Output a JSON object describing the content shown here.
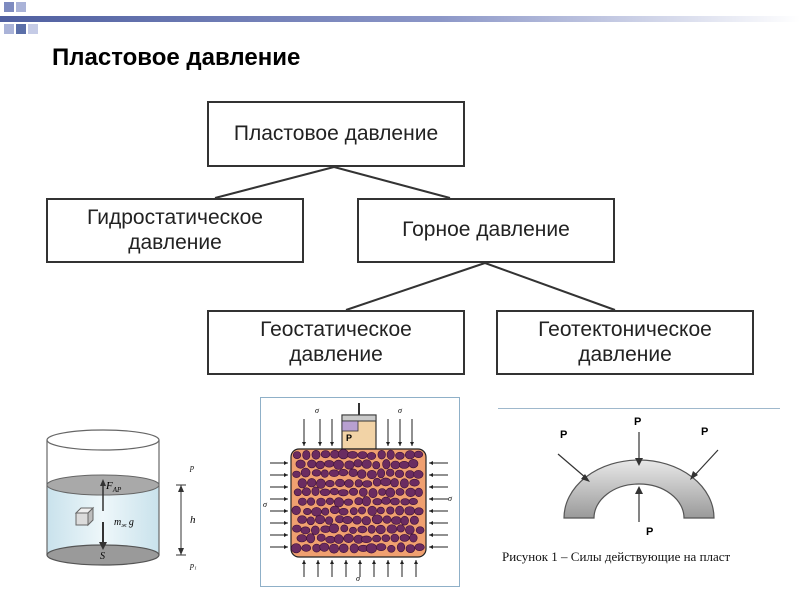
{
  "title": "Пластовое давление",
  "tree": {
    "root": "Пластовое давление",
    "hydrostatic": [
      "Гидростатическое",
      "давление"
    ],
    "rock": "Горное давление",
    "geostatic": [
      "Геостатическое",
      "давление"
    ],
    "geotectonic": [
      "Геотектоническое",
      "давление"
    ]
  },
  "figure_cylinder": {
    "force_archimedes": "F",
    "force_archimedes_sub": "АР",
    "weight_label": "m",
    "weight_sub": "ж",
    "weight_g": "g",
    "height_label": "h",
    "area_label": "S",
    "top_pressure": "p",
    "bottom_pressure": "p₁"
  },
  "figure_piston": {
    "piston_label": "P",
    "sigma": "σ"
  },
  "figure_arch": {
    "force_label": "P",
    "caption": "Рисунок 1 – Силы действующие на пласт"
  },
  "colors": {
    "accent": "#5b6fa8",
    "grain": "#6b2c61",
    "grain_dark": "#3d1037",
    "fluid": "#d9ecf2",
    "piston": "#f2d3a6"
  }
}
